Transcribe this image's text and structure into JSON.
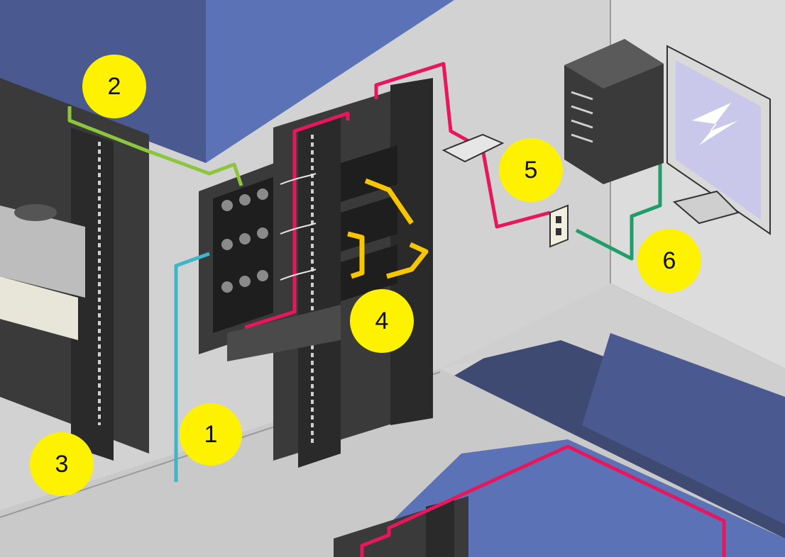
{
  "callouts": [
    {
      "id": "c1",
      "label": "1"
    },
    {
      "id": "c2",
      "label": "2"
    },
    {
      "id": "c3",
      "label": "3"
    },
    {
      "id": "c4",
      "label": "4"
    },
    {
      "id": "c5",
      "label": "5"
    },
    {
      "id": "c6",
      "label": "6"
    }
  ],
  "colors": {
    "callout_fill": "#fff200",
    "backbone_cable": "#e8175d",
    "horizontal_cable": "#3fb6c8",
    "patch_cable": "#8cc63f",
    "cross_connect": "#f7c600",
    "work_area_cable": "#1f9e6a",
    "wall_blue": "#5b72b6",
    "floor_grey": "#d2d2d2",
    "rack_dark": "#3a3a3a"
  }
}
